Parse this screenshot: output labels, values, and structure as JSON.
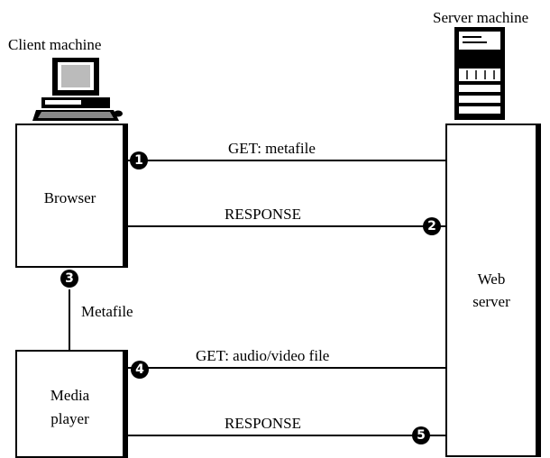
{
  "client": {
    "title": "Client machine",
    "browser": "Browser",
    "media_player": [
      "Media",
      "player"
    ]
  },
  "server": {
    "title": "Server machine",
    "web_server": [
      "Web",
      "server"
    ]
  },
  "messages": {
    "m1": "GET: metafile",
    "m2": "RESPONSE",
    "m4": "GET: audio/video file",
    "m5": "RESPONSE"
  },
  "link": {
    "metafile": "Metafile"
  },
  "steps": {
    "s1": "1",
    "s2": "2",
    "s3": "3",
    "s4": "4",
    "s5": "5"
  }
}
